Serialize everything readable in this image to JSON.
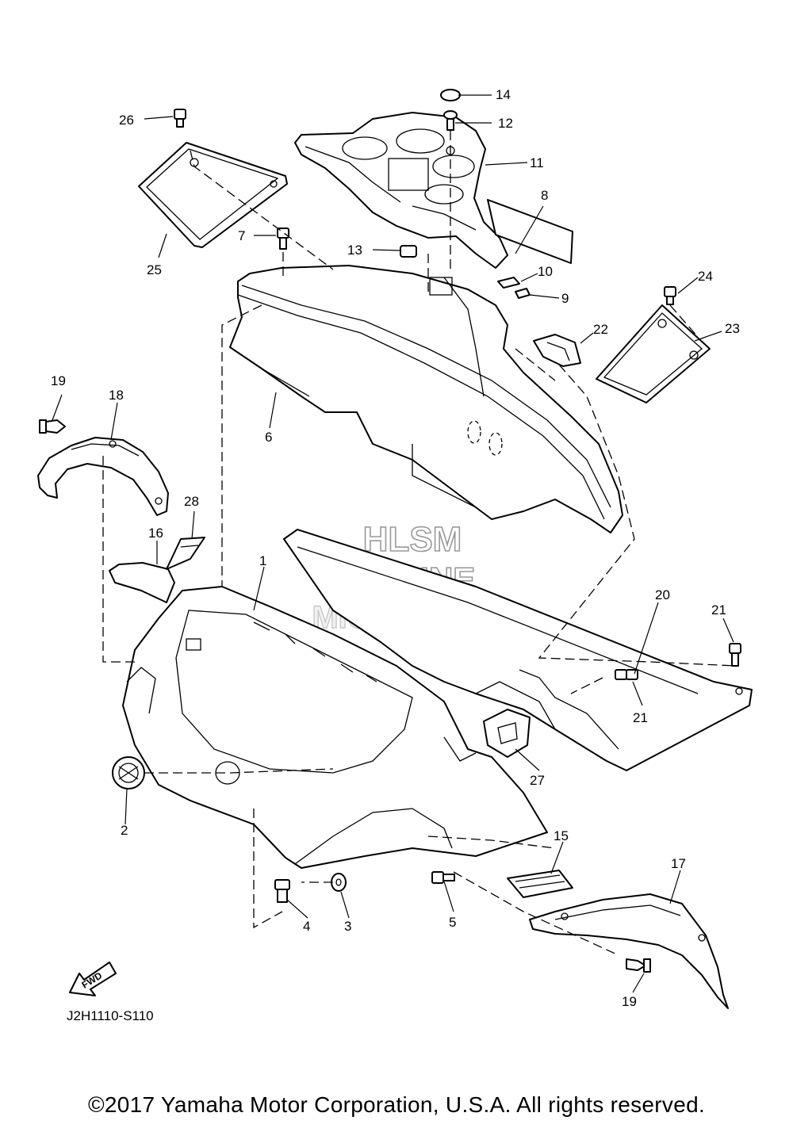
{
  "diagram_code": "J2H1110-S110",
  "fwd_marker": "FWD",
  "watermark": {
    "line1": "HLSM",
    "line2": "ONLINE",
    "line3": "MICROFICHE"
  },
  "copyright": "©2017 Yamaha Motor Corporation, U.S.A. All rights reserved.",
  "callouts": {
    "c1": "1",
    "c2": "2",
    "c3": "3",
    "c4": "4",
    "c5": "5",
    "c6": "6",
    "c7": "7",
    "c8": "8",
    "c9": "9",
    "c10": "10",
    "c11": "11",
    "c12": "12",
    "c13": "13",
    "c14": "14",
    "c15": "15",
    "c16": "16",
    "c17": "17",
    "c18": "18",
    "c19a": "19",
    "c19b": "19",
    "c20": "20",
    "c21a": "21",
    "c21b": "21",
    "c22": "22",
    "c23": "23",
    "c24": "24",
    "c25": "25",
    "c26": "26",
    "c27": "27",
    "c28": "28"
  }
}
